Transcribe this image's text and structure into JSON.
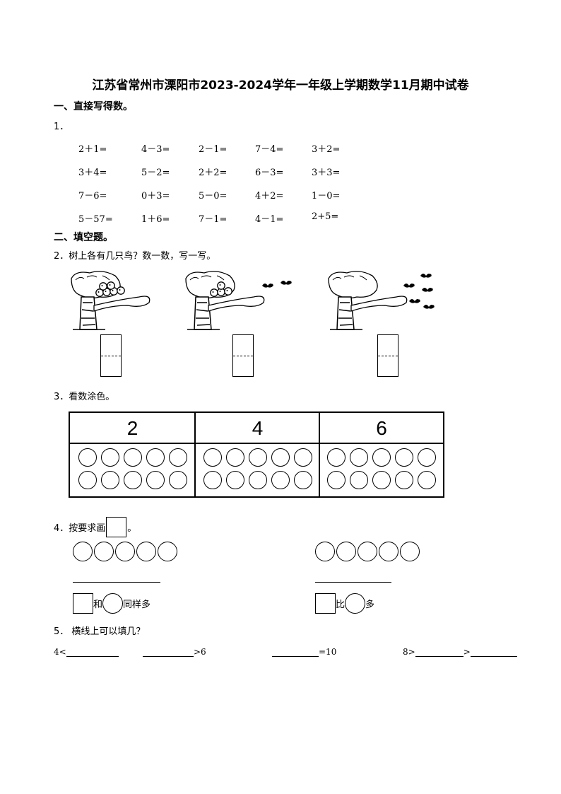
{
  "title": "江苏省常州市溧阳市2023-2024学年一年级上学期数学11月期中试卷",
  "section1": {
    "heading": "一、直接写得数。",
    "q1_number": "1．"
  },
  "calc_rows": [
    [
      "2＋1=",
      "4－3=",
      "2－1=",
      "7－4=",
      "3＋2="
    ],
    [
      "3＋4=",
      "5－2=",
      "2＋2=",
      "6－3=",
      "3＋3="
    ],
    [
      "7－6=",
      "0＋3=",
      "5－0=",
      "4＋2=",
      "1－0="
    ],
    [
      "5－57=",
      "1＋6=",
      "7－1=",
      "4－1=",
      "2+5="
    ]
  ],
  "section2": {
    "heading": "二、填空题。"
  },
  "q2": {
    "text": "2．树上各有几只鸟？数一数，写一写。",
    "birds_on_branch": [
      6,
      4,
      0
    ],
    "birds_flying": [
      0,
      2,
      5
    ]
  },
  "q3": {
    "text": "3．看数涂色。",
    "numbers": [
      "2",
      "4",
      "6"
    ]
  },
  "q4": {
    "text_prefix": "4．按要求画",
    "text_suffix": "。",
    "left_label_a": "和",
    "left_label_b": "同样多",
    "right_label_a": "比",
    "right_label_b": "多"
  },
  "q5": {
    "text": "5．  横线上可以填几？",
    "item1": "4<",
    "item2_suffix": ">6",
    "item3_suffix": "=10",
    "item4_prefix": "8>",
    "item4_mid": ">"
  }
}
